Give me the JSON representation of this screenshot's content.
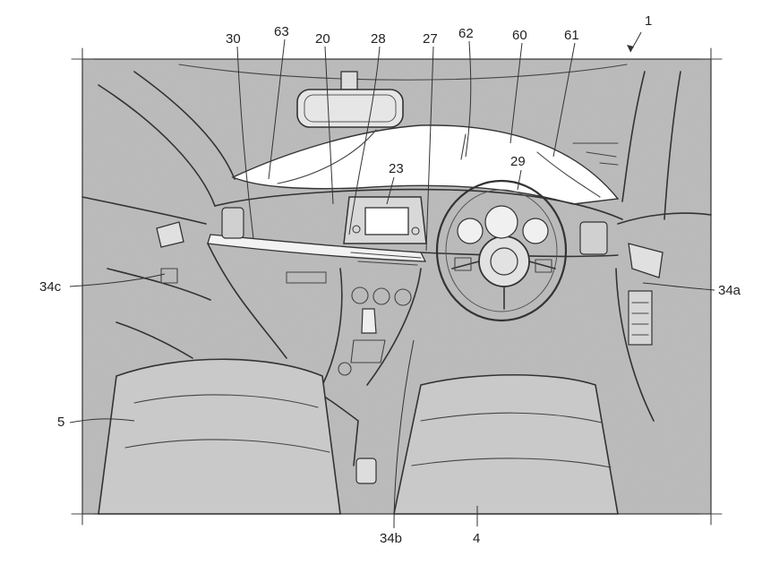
{
  "figure": {
    "ref_numerals": {
      "n1": "1",
      "n30": "30",
      "n63": "63",
      "n20": "20",
      "n28": "28",
      "n27": "27",
      "n62": "62",
      "n60": "60",
      "n61": "61",
      "n23": "23",
      "n29": "29",
      "n34c": "34c",
      "n34a": "34a",
      "n5": "5",
      "n34b": "34b",
      "n4": "4"
    }
  }
}
